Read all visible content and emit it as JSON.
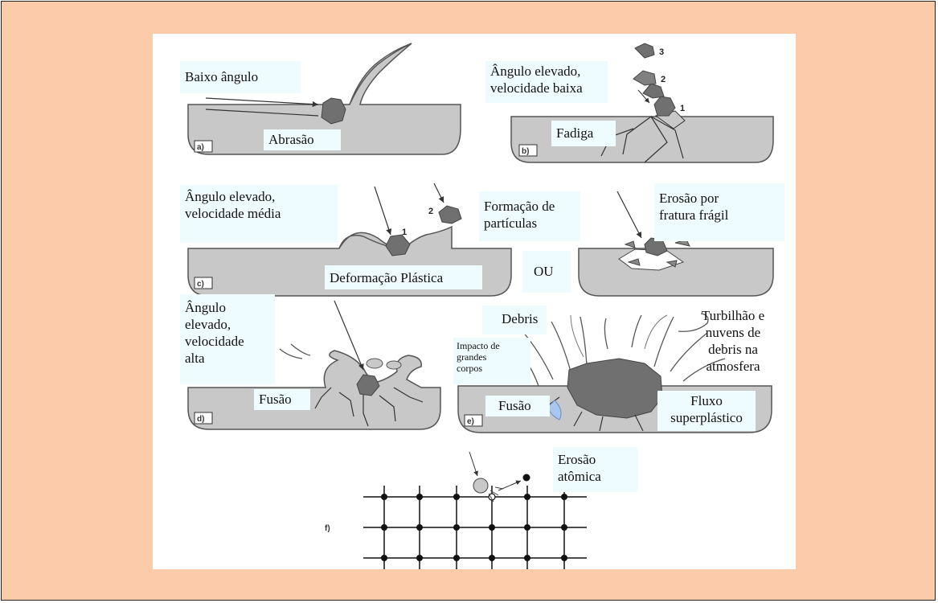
{
  "panels": {
    "a": {
      "tag": "a)",
      "labels": {
        "angle": "Baixo ângulo",
        "process": "Abrasão"
      }
    },
    "b": {
      "tag": "b)",
      "labels": {
        "angle_line1": "Ângulo elevado,",
        "angle_line2": "velocidade baixa",
        "process": "Fadiga"
      },
      "numbers": [
        "1",
        "2",
        "3"
      ]
    },
    "c": {
      "tag": "c)",
      "labels": {
        "angle_line1": "Ângulo elevado,",
        "angle_line2": "velocidade média",
        "formation_line1": "Formação de",
        "formation_line2": "partículas",
        "process": "Deformação Plástica",
        "or": "OU",
        "brittle_line1": "Erosão por",
        "brittle_line2": "fratura frágil"
      },
      "numbers": [
        "1",
        "2"
      ]
    },
    "d": {
      "tag": "d)",
      "labels": {
        "angle_line1": "Ângulo",
        "angle_line2": "elevado,",
        "angle_line3": "velocidade",
        "angle_line4": "alta",
        "process": "Fusão"
      }
    },
    "e": {
      "tag": "e)",
      "labels": {
        "debris": "Debris",
        "impact_line1": "Impacto de",
        "impact_line2": "grandes",
        "impact_line3": "corpos",
        "turbulence_line1": "Turbilhão e",
        "turbulence_line2": "nuvens de",
        "turbulence_line3": "debris na",
        "turbulence_line4": "atmosfera",
        "melt": "Fusão",
        "flow_line1": "Fluxo",
        "flow_line2": "superplástico"
      }
    },
    "f": {
      "tag": "f)",
      "labels": {
        "atomic_line1": "Erosão",
        "atomic_line2": "atômica"
      }
    }
  },
  "colors": {
    "background": "#fcccaa",
    "label_box": "#eefcff",
    "surface": "#c8c8c8",
    "particle": "#707070"
  }
}
